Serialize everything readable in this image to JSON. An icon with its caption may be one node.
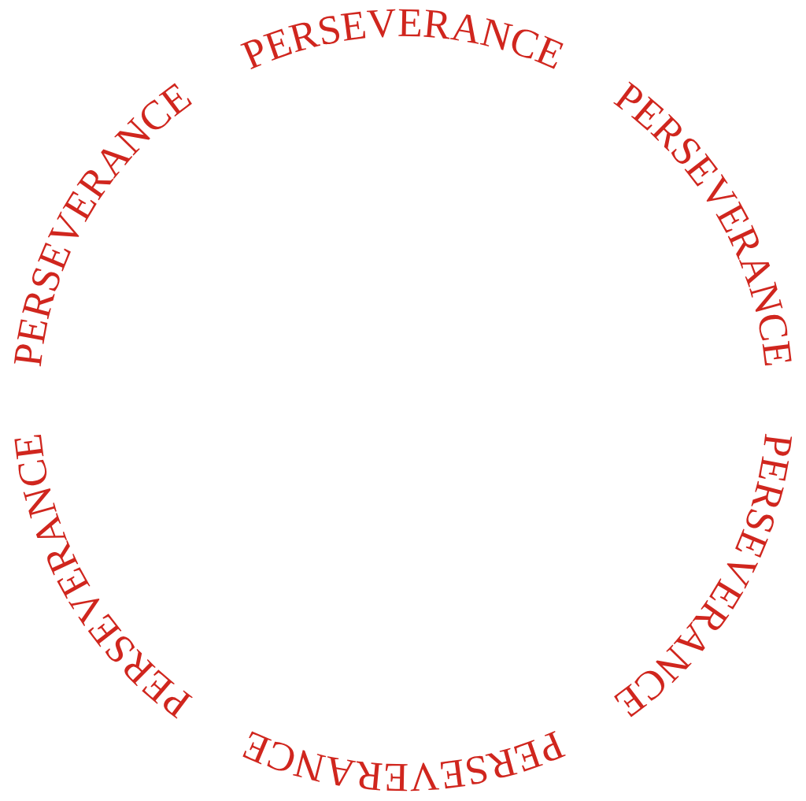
{
  "diagram": {
    "labels": [
      "PERSEVERANCE",
      "PERSEVERANCE",
      "PERSEVERANCE",
      "PERSEVERANCE",
      "PERSEVERANCE",
      "PERSEVERANCE"
    ]
  }
}
